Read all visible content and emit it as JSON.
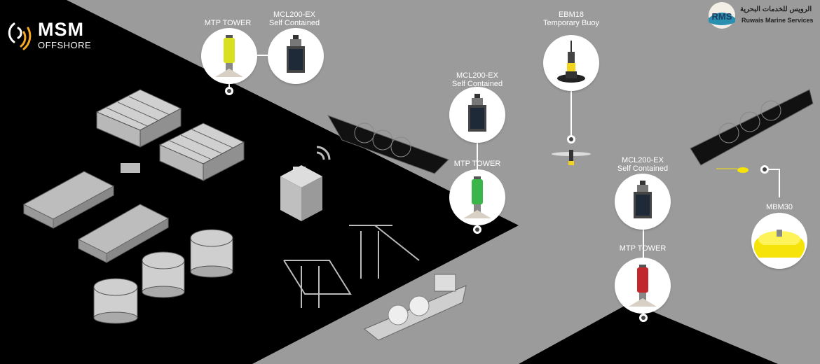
{
  "brand_left": {
    "name": "MSM",
    "subtitle": "OFFSHORE"
  },
  "brand_right": {
    "abbrev": "RMS",
    "arabic_name": "الرويس للخدمات البحرية",
    "english_name": "Ruwais Marine Services"
  },
  "labels": {
    "mtp_tower_1": "MTP TOWER",
    "mcl200_1_line1": "MCL200-EX",
    "mcl200_1_line2": "Self Contained",
    "mcl200_2_line1": "MCL200-EX",
    "mcl200_2_line2": "Self Contained",
    "mtp_tower_2": "MTP TOWER",
    "ebm18_line1": "EBM18",
    "ebm18_line2": "Temporary Buoy",
    "mcl200_3_line1": "MCL200-EX",
    "mcl200_3_line2": "Self Contained",
    "mtp_tower_3": "MTP TOWER",
    "mbm30": "MBM30"
  },
  "colors": {
    "land": "#000000",
    "sea": "#9b9b9b",
    "mtp_tower_1_light": "#d9e021",
    "mtp_tower_2_light": "#39b54a",
    "mtp_tower_3_light": "#c1272d",
    "ebm18_light": "#f2d41f",
    "mbm30_buoy": "#f5e30a",
    "msm_accent": "#f7a823"
  },
  "icons": [
    "wifi-signal-icon",
    "warehouse-icon",
    "container-stack-icon",
    "storage-tank-icon",
    "office-building-icon",
    "port-crane-icon",
    "lng-tanker-icon",
    "navigation-light-icon",
    "buoy-icon"
  ]
}
